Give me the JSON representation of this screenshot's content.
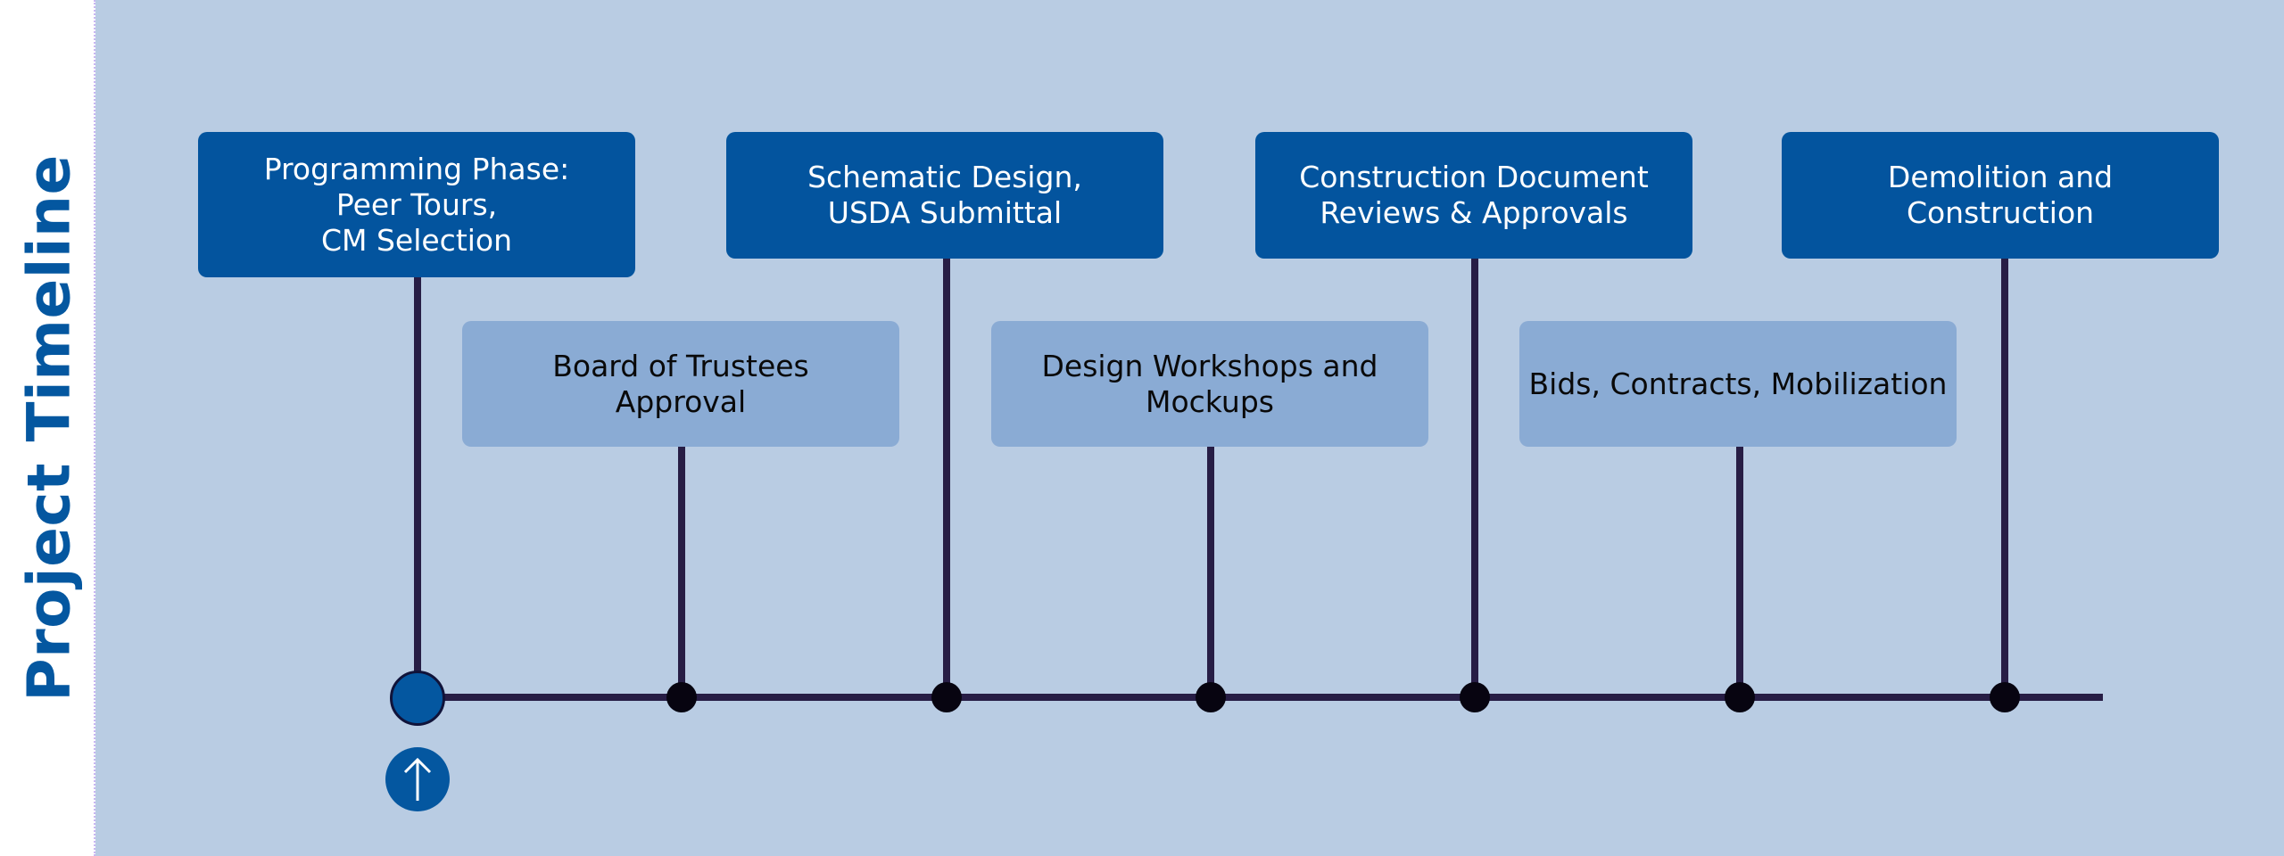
{
  "title": "Project Timeline",
  "colors": {
    "canvas_background": "#b9cce3",
    "primary_card": "#03549e",
    "secondary_card": "#8aabd4",
    "connector": "#271d45",
    "title_text": "#0457a0"
  },
  "milestones": [
    {
      "label": "Programming Phase:\nPeer Tours,\nCM Selection",
      "row": "top"
    },
    {
      "label": "Board of Trustees\nApproval",
      "row": "bottom"
    },
    {
      "label": "Schematic Design,\nUSDA Submittal",
      "row": "top"
    },
    {
      "label": "Design Workshops and\nMockups",
      "row": "bottom"
    },
    {
      "label": "Construction Document\nReviews & Approvals",
      "row": "top"
    },
    {
      "label": "Bids, Contracts, Mobilization",
      "row": "bottom"
    },
    {
      "label": "Demolition and Construction",
      "row": "top"
    }
  ],
  "controls": {
    "scroll_button_icon": "arrow-up-icon"
  }
}
